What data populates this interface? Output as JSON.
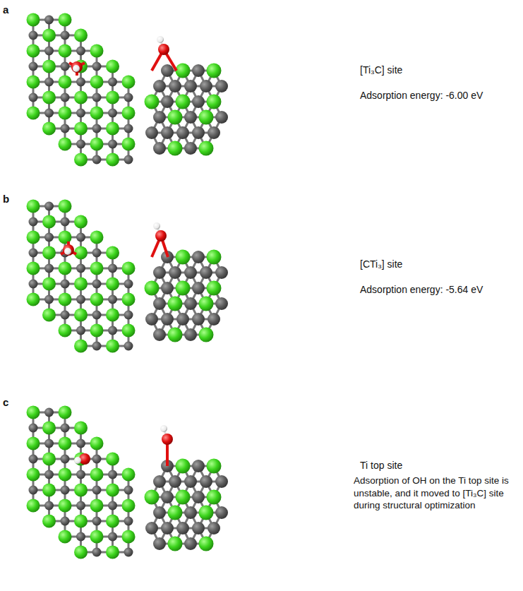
{
  "diagram": {
    "labels": [
      "a",
      "[Ti₃C] site",
      "Adsorption energy: -6.00 eV",
      "b",
      "[CTi₃] site",
      "Adsorption energy: -5.64 eV",
      "c",
      "Ti top site",
      "Adsorption of OH on the Ti top site is unstable, and it moved to [Ti₃C] site during structural optimization"
    ]
  }
}
